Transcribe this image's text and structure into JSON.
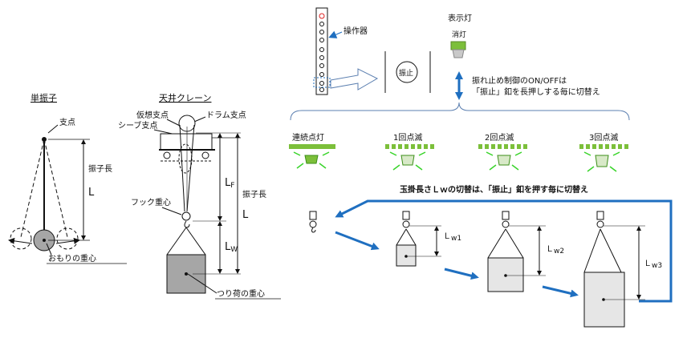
{
  "pendulum": {
    "title": "単振子",
    "pivot": "支点",
    "length_label": "振子長",
    "length_symbol": "L",
    "weight_center": "おもりの重心"
  },
  "crane": {
    "title": "天井クレーン",
    "virtual_pivot": "仮想支点",
    "drum_pivot": "ドラム支点",
    "sheave_pivot": "シーブ支点",
    "hook_center": "フック重心",
    "length_label": "振子長",
    "length_symbol": "L",
    "lf_symbol": "L",
    "lf_sub": "F",
    "lw_symbol": "L",
    "lw_sub": "W",
    "load_center": "つり荷の重心"
  },
  "control": {
    "operator_label": "操作器",
    "indicator_label": "表示灯",
    "off_label": "消灯",
    "button_label": "振止",
    "toggle_note_line1": "振れ止め制御のON/OFFは",
    "toggle_note_line2": "「振止」釦を長押しする毎に切替え",
    "states": [
      "連続点灯",
      "1回点滅",
      "2回点滅",
      "3回点滅"
    ],
    "switch_note": "玉掛長さＬｗの切替は、「振止」釦を押す毎に切替え",
    "lengths": [
      {
        "symbol": "Ｌ",
        "sub": "w1"
      },
      {
        "symbol": "Ｌ",
        "sub": "w2"
      },
      {
        "symbol": "Ｌ",
        "sub": "w3"
      }
    ]
  },
  "colors": {
    "accent_blue": "#1f6fc0",
    "lamp_green": "#7cbf3a",
    "glow_green": "#39d42a",
    "load_gray": "#a6a6a6",
    "box_light": "#e6e6e6"
  }
}
